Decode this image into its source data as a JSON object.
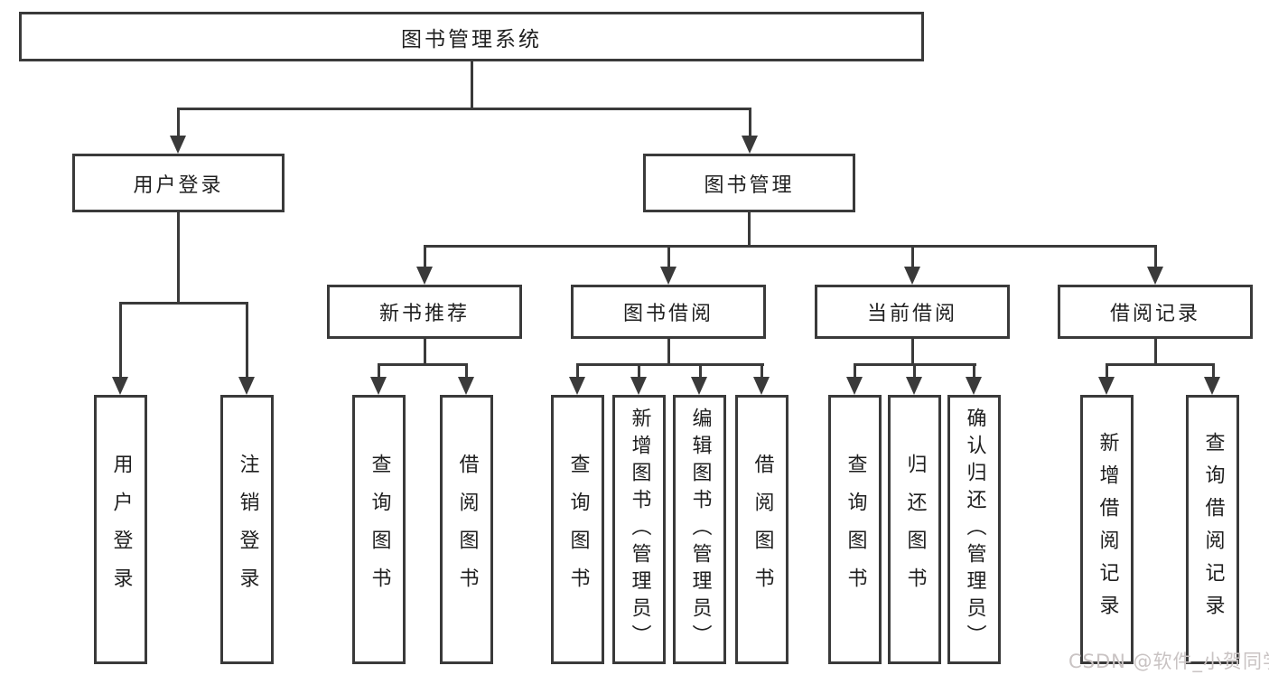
{
  "diagram": {
    "title": "图书管理系统",
    "root": {
      "label": "图书管理系统"
    },
    "branches": [
      {
        "label": "用户登录",
        "children": [
          {
            "label": "用户登录"
          },
          {
            "label": "注销登录"
          }
        ]
      },
      {
        "label": "图书管理",
        "groups": [
          {
            "label": "新书推荐",
            "children": [
              {
                "label": "查询图书"
              },
              {
                "label": "借阅图书"
              }
            ]
          },
          {
            "label": "图书借阅",
            "children": [
              {
                "label": "查询图书"
              },
              {
                "label": "新增图书（管理员）"
              },
              {
                "label": "编辑图书（管理员）"
              },
              {
                "label": "借阅图书"
              }
            ]
          },
          {
            "label": "当前借阅",
            "children": [
              {
                "label": "查询图书"
              },
              {
                "label": "归还图书"
              },
              {
                "label": "确认归还（管理员）"
              }
            ]
          },
          {
            "label": "借阅记录",
            "children": [
              {
                "label": "新增借阅记录"
              },
              {
                "label": "查询借阅记录"
              }
            ]
          }
        ]
      }
    ]
  },
  "watermark": {
    "text": "CSDN @软件_小贺同学"
  },
  "colors": {
    "line": "#3a3a3a",
    "text": "#1f1f1f",
    "watermark": "#c9c3c3",
    "background": "#ffffff"
  }
}
